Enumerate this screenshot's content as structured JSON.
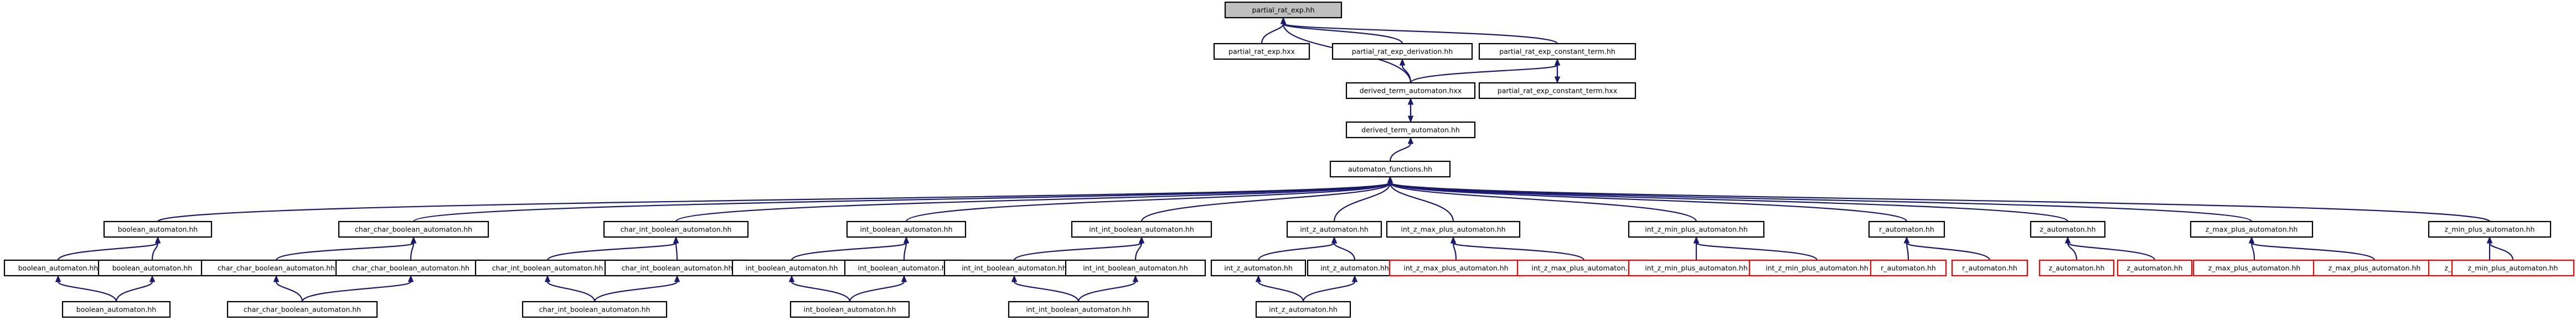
{
  "colors": {
    "edge": "#191970",
    "node_border": "#000000",
    "missing_border": "#ff0000",
    "focus_fill": "#bfbfbf"
  },
  "nodes": [
    {
      "id": "n0",
      "label": "partial_rat_exp.hh",
      "kind": "focus"
    },
    {
      "id": "n1",
      "label": "partial_rat_exp.hxx",
      "kind": "normal"
    },
    {
      "id": "n2",
      "label": "partial_rat_exp_derivation.hh",
      "kind": "normal"
    },
    {
      "id": "n3",
      "label": "partial_rat_exp_constant_term.hh",
      "kind": "normal"
    },
    {
      "id": "n4",
      "label": "derived_term_automaton.hxx",
      "kind": "normal"
    },
    {
      "id": "n5",
      "label": "partial_rat_exp_constant_term.hxx",
      "kind": "normal"
    },
    {
      "id": "n6",
      "label": "derived_term_automaton.hh",
      "kind": "normal"
    },
    {
      "id": "n7",
      "label": "automaton_functions.hh",
      "kind": "normal"
    },
    {
      "id": "b1",
      "label": "boolean_automaton.hh",
      "kind": "normal"
    },
    {
      "id": "b2a",
      "label": "boolean_automaton.hh",
      "kind": "normal"
    },
    {
      "id": "b2b",
      "label": "boolean_automaton.hh",
      "kind": "normal"
    },
    {
      "id": "b3",
      "label": "boolean_automaton.hh",
      "kind": "normal"
    },
    {
      "id": "c1",
      "label": "char_char_boolean_automaton.hh",
      "kind": "normal"
    },
    {
      "id": "c2a",
      "label": "char_char_boolean_automaton.hh",
      "kind": "normal"
    },
    {
      "id": "c2b",
      "label": "char_char_boolean_automaton.hh",
      "kind": "normal"
    },
    {
      "id": "c3",
      "label": "char_char_boolean_automaton.hh",
      "kind": "normal"
    },
    {
      "id": "d1",
      "label": "char_int_boolean_automaton.hh",
      "kind": "normal"
    },
    {
      "id": "d2a",
      "label": "char_int_boolean_automaton.hh",
      "kind": "normal"
    },
    {
      "id": "d2b",
      "label": "char_int_boolean_automaton.hh",
      "kind": "normal"
    },
    {
      "id": "d3",
      "label": "char_int_boolean_automaton.hh",
      "kind": "normal"
    },
    {
      "id": "e1",
      "label": "int_boolean_automaton.hh",
      "kind": "normal"
    },
    {
      "id": "e2a",
      "label": "int_boolean_automaton.hh",
      "kind": "normal"
    },
    {
      "id": "e2b",
      "label": "int_boolean_automaton.hh",
      "kind": "normal"
    },
    {
      "id": "e3",
      "label": "int_boolean_automaton.hh",
      "kind": "normal"
    },
    {
      "id": "f1",
      "label": "int_int_boolean_automaton.hh",
      "kind": "normal"
    },
    {
      "id": "f2a",
      "label": "int_int_boolean_automaton.hh",
      "kind": "normal"
    },
    {
      "id": "f2b",
      "label": "int_int_boolean_automaton.hh",
      "kind": "normal"
    },
    {
      "id": "f3",
      "label": "int_int_boolean_automaton.hh",
      "kind": "normal"
    },
    {
      "id": "g1",
      "label": "int_z_automaton.hh",
      "kind": "normal"
    },
    {
      "id": "g2a",
      "label": "int_z_automaton.hh",
      "kind": "normal"
    },
    {
      "id": "g2b",
      "label": "int_z_automaton.hh",
      "kind": "normal"
    },
    {
      "id": "g3",
      "label": "int_z_automaton.hh",
      "kind": "normal"
    },
    {
      "id": "h1",
      "label": "int_z_max_plus_automaton.hh",
      "kind": "normal"
    },
    {
      "id": "h2a",
      "label": "int_z_max_plus_automaton.hh",
      "kind": "missing"
    },
    {
      "id": "h2b",
      "label": "int_z_max_plus_automaton.hh",
      "kind": "missing"
    },
    {
      "id": "i1",
      "label": "int_z_min_plus_automaton.hh",
      "kind": "normal"
    },
    {
      "id": "i2a",
      "label": "int_z_min_plus_automaton.hh",
      "kind": "missing"
    },
    {
      "id": "i2b",
      "label": "int_z_min_plus_automaton.hh",
      "kind": "missing"
    },
    {
      "id": "j1",
      "label": "r_automaton.hh",
      "kind": "normal"
    },
    {
      "id": "j2a",
      "label": "r_automaton.hh",
      "kind": "missing"
    },
    {
      "id": "j2b",
      "label": "r_automaton.hh",
      "kind": "missing"
    },
    {
      "id": "k1",
      "label": "z_automaton.hh",
      "kind": "normal"
    },
    {
      "id": "k2a",
      "label": "z_automaton.hh",
      "kind": "missing"
    },
    {
      "id": "k2b",
      "label": "z_automaton.hh",
      "kind": "missing"
    },
    {
      "id": "l1",
      "label": "z_max_plus_automaton.hh",
      "kind": "normal"
    },
    {
      "id": "l2a",
      "label": "z_max_plus_automaton.hh",
      "kind": "missing"
    },
    {
      "id": "l2b",
      "label": "z_max_plus_automaton.hh",
      "kind": "missing"
    },
    {
      "id": "m1",
      "label": "z_min_plus_automaton.hh",
      "kind": "normal"
    },
    {
      "id": "m2a",
      "label": "z_min_plus_automaton.hh",
      "kind": "missing"
    },
    {
      "id": "m2b",
      "label": "z_min_plus_automaton.hh",
      "kind": "missing"
    }
  ],
  "edges": [
    [
      "n1",
      "n0"
    ],
    [
      "n2",
      "n0"
    ],
    [
      "n3",
      "n0"
    ],
    [
      "n4",
      "n0"
    ],
    [
      "n4",
      "n2"
    ],
    [
      "n4",
      "n3"
    ],
    [
      "n5",
      "n3"
    ],
    [
      "n3",
      "n5"
    ],
    [
      "n6",
      "n4"
    ],
    [
      "n4",
      "n6"
    ],
    [
      "n7",
      "n6"
    ],
    [
      "b1",
      "n7"
    ],
    [
      "c1",
      "n7"
    ],
    [
      "d1",
      "n7"
    ],
    [
      "e1",
      "n7"
    ],
    [
      "f1",
      "n7"
    ],
    [
      "g1",
      "n7"
    ],
    [
      "h1",
      "n7"
    ],
    [
      "i1",
      "n7"
    ],
    [
      "j1",
      "n7"
    ],
    [
      "k1",
      "n7"
    ],
    [
      "l1",
      "n7"
    ],
    [
      "m1",
      "n7"
    ],
    [
      "b2a",
      "b1"
    ],
    [
      "b2b",
      "b1"
    ],
    [
      "b3",
      "b2a"
    ],
    [
      "b3",
      "b2b"
    ],
    [
      "c2a",
      "c1"
    ],
    [
      "c2b",
      "c1"
    ],
    [
      "c3",
      "c2a"
    ],
    [
      "c3",
      "c2b"
    ],
    [
      "d2a",
      "d1"
    ],
    [
      "d2b",
      "d1"
    ],
    [
      "d3",
      "d2a"
    ],
    [
      "d3",
      "d2b"
    ],
    [
      "e2a",
      "e1"
    ],
    [
      "e2b",
      "e1"
    ],
    [
      "e3",
      "e2a"
    ],
    [
      "e3",
      "e2b"
    ],
    [
      "f2a",
      "f1"
    ],
    [
      "f2b",
      "f1"
    ],
    [
      "f3",
      "f2a"
    ],
    [
      "f3",
      "f2b"
    ],
    [
      "g2a",
      "g1"
    ],
    [
      "g2b",
      "g1"
    ],
    [
      "g3",
      "g2a"
    ],
    [
      "g3",
      "g2b"
    ],
    [
      "h2a",
      "h1"
    ],
    [
      "h2b",
      "h1"
    ],
    [
      "i2a",
      "i1"
    ],
    [
      "i2b",
      "i1"
    ],
    [
      "j2a",
      "j1"
    ],
    [
      "j2b",
      "j1"
    ],
    [
      "k2a",
      "k1"
    ],
    [
      "k2b",
      "k1"
    ],
    [
      "l2a",
      "l1"
    ],
    [
      "l2b",
      "l1"
    ],
    [
      "m2a",
      "m1"
    ],
    [
      "m2b",
      "m1"
    ]
  ]
}
